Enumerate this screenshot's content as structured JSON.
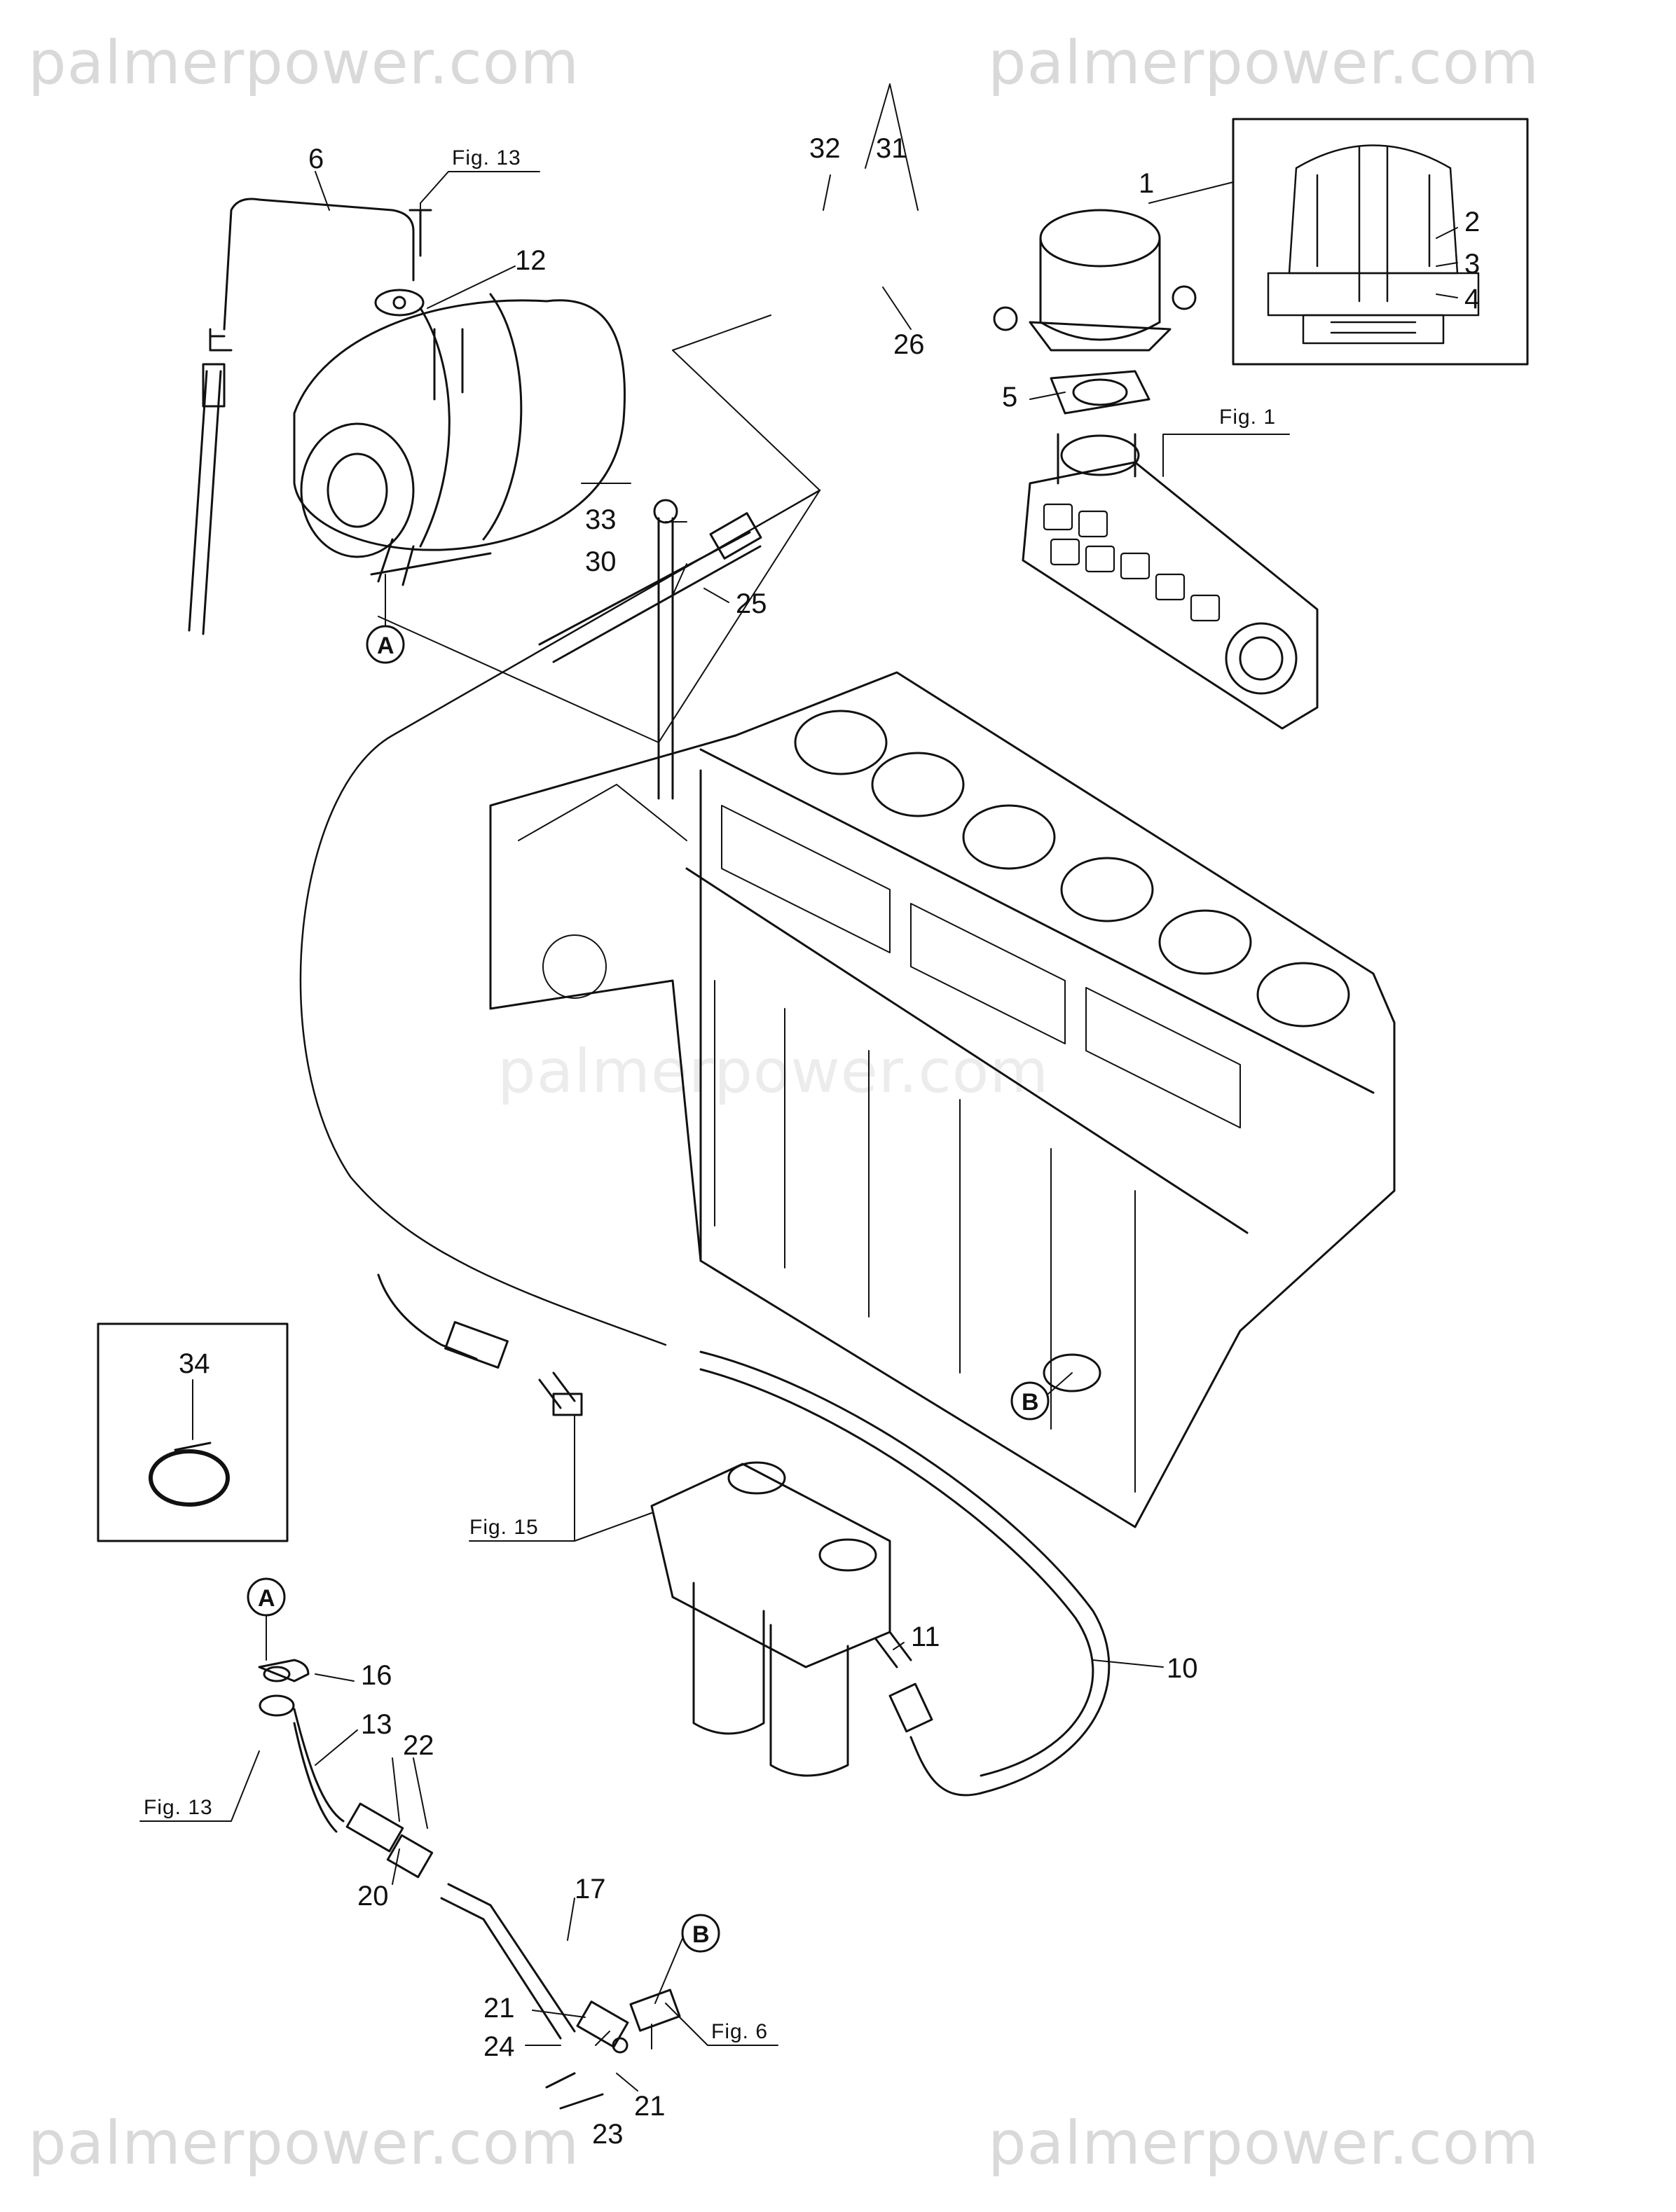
{
  "watermark": {
    "top_left": "palmerpower.com",
    "top_right": "palmerpower.com",
    "bottom_left": "palmerpower.com",
    "bottom_right": "palmerpower.com",
    "center": "palmerpower.com"
  },
  "callouts": {
    "c1": "1",
    "c2": "2",
    "c3": "3",
    "c4": "4",
    "c5": "5",
    "c6": "6",
    "c10": "10",
    "c11": "11",
    "c12": "12",
    "c13": "13",
    "c16": "16",
    "c17": "17",
    "c20": "20",
    "c21a": "21",
    "c21b": "21",
    "c22": "22",
    "c23": "23",
    "c24": "24",
    "c25": "25",
    "c26": "26",
    "c30": "30",
    "c31": "31",
    "c32": "32",
    "c33": "33",
    "c34": "34"
  },
  "figure_refs": {
    "fig13_top": "Fig. 13",
    "fig1": "Fig. 1",
    "fig15": "Fig. 15",
    "fig13_bottom": "Fig. 13",
    "fig6": "Fig. 6"
  },
  "markers": {
    "a_top": "A",
    "a_bottom": "A",
    "b_block": "B",
    "b_bottom": "B"
  },
  "colors": {
    "line": "#111111",
    "watermark": "#d9d9d9",
    "background": "#ffffff"
  }
}
